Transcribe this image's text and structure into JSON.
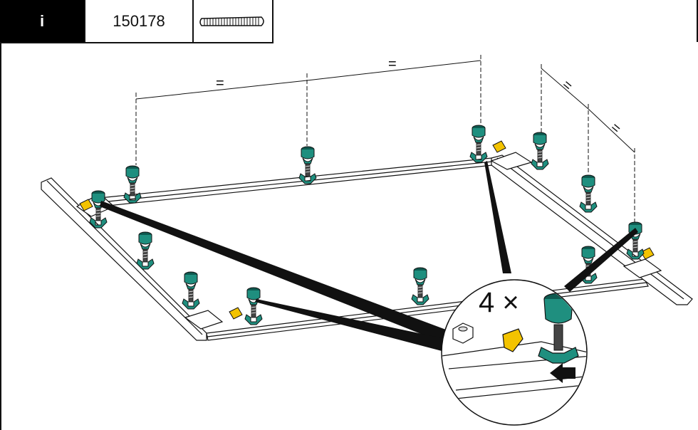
{
  "header": {
    "info_label": "i",
    "part_code": "150178",
    "part_icon": "threaded-rod-icon"
  },
  "diagram": {
    "equal_marks": [
      "=",
      "=",
      "=",
      "="
    ],
    "quantity_label": "4 ×",
    "colors": {
      "foot_teal": "#1f8f7f",
      "foot_dark": "#0e5a50",
      "lock_yellow": "#f3c300",
      "line": "#111111"
    }
  }
}
